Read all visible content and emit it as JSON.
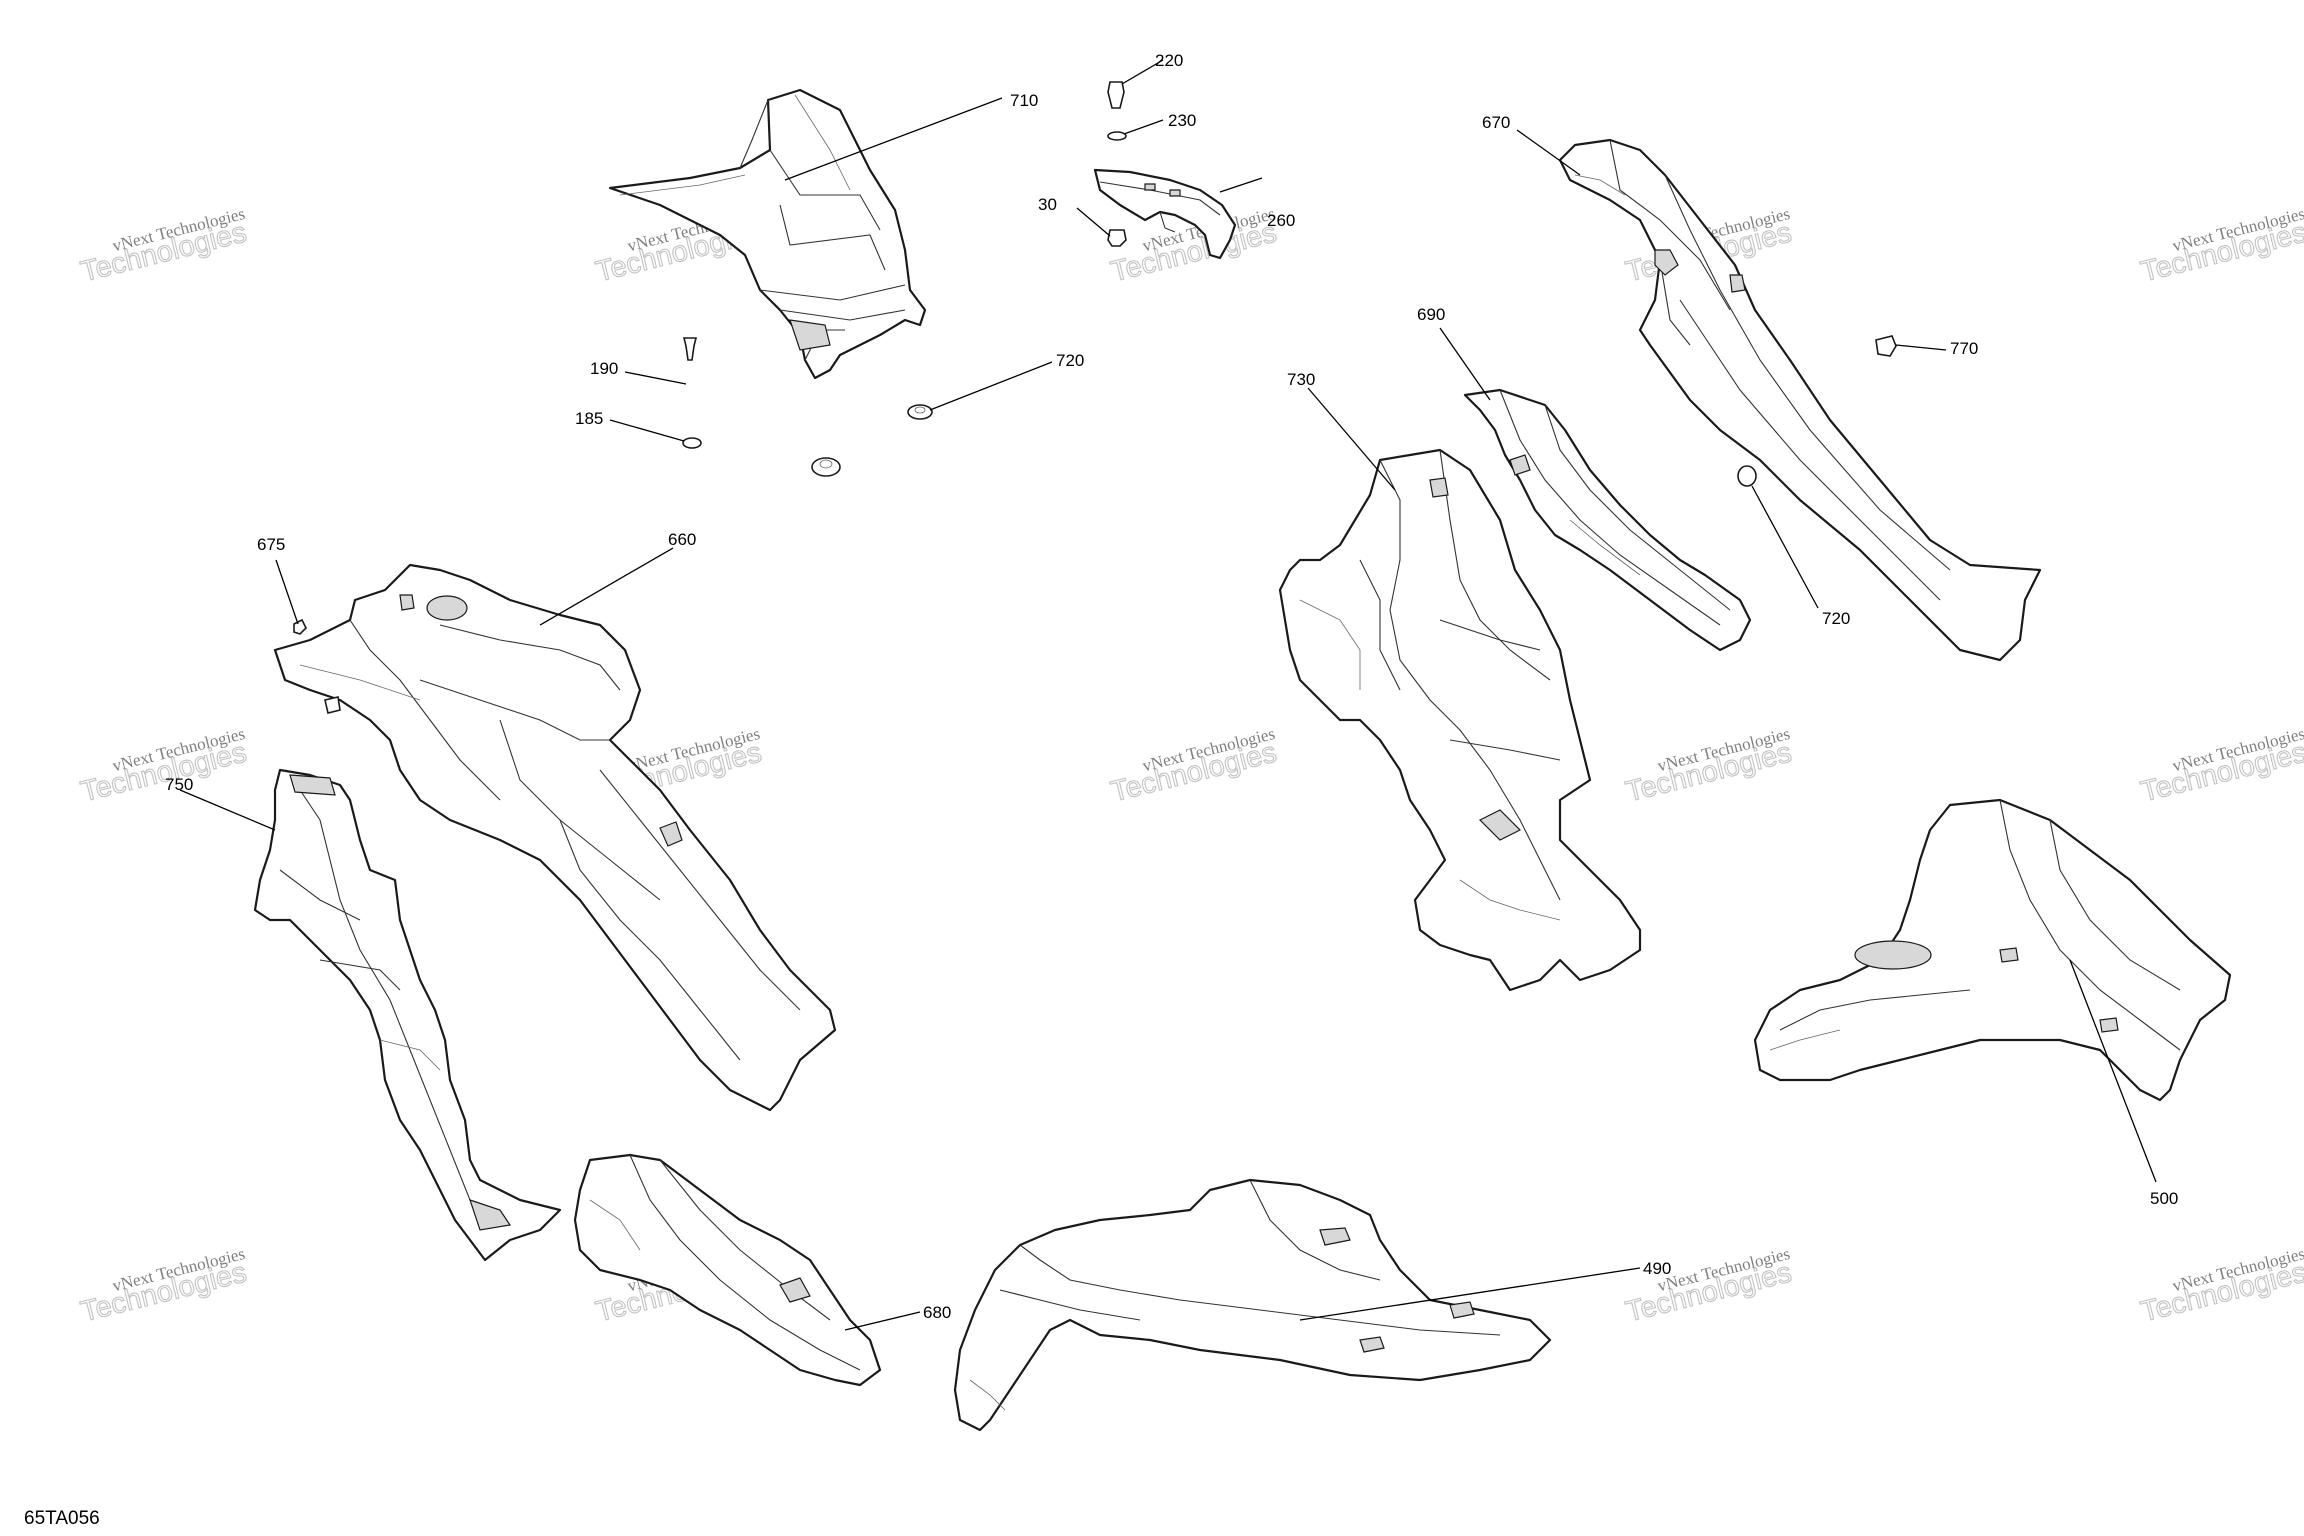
{
  "diagram": {
    "reference_code": "65TA056",
    "watermark": {
      "line1": "vNext Technologies",
      "line2": "Technologies"
    },
    "callouts": {
      "c710": "710",
      "c220": "220",
      "c230": "230",
      "c30": "30",
      "c260": "260",
      "c670": "670",
      "c690": "690",
      "c730": "730",
      "c770": "770",
      "c720a": "720",
      "c720b": "720",
      "c190": "190",
      "c185": "185",
      "c675": "675",
      "c660": "660",
      "c750": "750",
      "c680": "680",
      "c490": "490",
      "c500": "500"
    }
  }
}
